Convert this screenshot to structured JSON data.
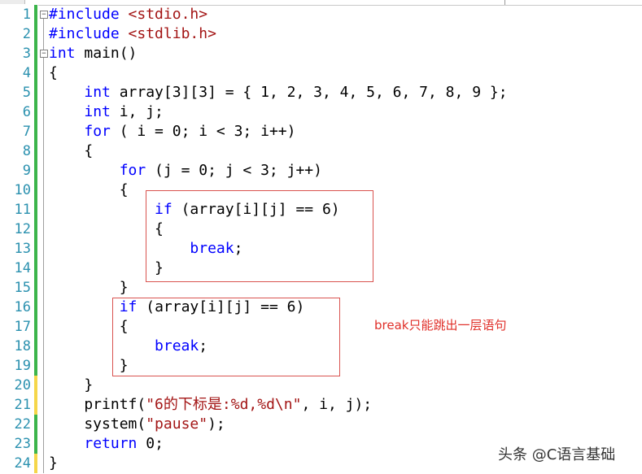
{
  "editor": {
    "line_numbers": [
      "1",
      "2",
      "3",
      "4",
      "5",
      "6",
      "7",
      "8",
      "9",
      "10",
      "11",
      "12",
      "13",
      "14",
      "15",
      "16",
      "17",
      "18",
      "19",
      "20",
      "21",
      "22",
      "23",
      "24"
    ],
    "lines": [
      [
        {
          "t": "#include",
          "c": "pp"
        },
        {
          "t": " "
        },
        {
          "t": "<stdio.h>",
          "c": "inc"
        }
      ],
      [
        {
          "t": "#include",
          "c": "pp"
        },
        {
          "t": " "
        },
        {
          "t": "<stdlib.h>",
          "c": "inc"
        }
      ],
      [
        {
          "t": "int",
          "c": "kw"
        },
        {
          "t": " main()"
        }
      ],
      [
        {
          "t": "{"
        }
      ],
      [
        {
          "t": "    "
        },
        {
          "t": "int",
          "c": "kw"
        },
        {
          "t": " array[3][3] = { 1, 2, 3, 4, 5, 6, 7, 8, 9 };"
        }
      ],
      [
        {
          "t": "    "
        },
        {
          "t": "int",
          "c": "kw"
        },
        {
          "t": " i, j;"
        }
      ],
      [
        {
          "t": "    "
        },
        {
          "t": "for",
          "c": "kw"
        },
        {
          "t": " ( i = 0; i < 3; i++)"
        }
      ],
      [
        {
          "t": "    {"
        }
      ],
      [
        {
          "t": "        "
        },
        {
          "t": "for",
          "c": "kw"
        },
        {
          "t": " (j = 0; j < 3; j++)"
        }
      ],
      [
        {
          "t": "        {"
        }
      ],
      [
        {
          "t": "            "
        },
        {
          "t": "if",
          "c": "kw"
        },
        {
          "t": " (array[i][j] == 6)"
        }
      ],
      [
        {
          "t": "            {"
        }
      ],
      [
        {
          "t": "                "
        },
        {
          "t": "break",
          "c": "kw"
        },
        {
          "t": ";"
        }
      ],
      [
        {
          "t": "            }"
        }
      ],
      [
        {
          "t": "        }"
        }
      ],
      [
        {
          "t": "        "
        },
        {
          "t": "if",
          "c": "kw"
        },
        {
          "t": " (array[i][j] == 6)"
        }
      ],
      [
        {
          "t": "        {"
        }
      ],
      [
        {
          "t": "            "
        },
        {
          "t": "break",
          "c": "kw"
        },
        {
          "t": ";"
        }
      ],
      [
        {
          "t": "        }"
        }
      ],
      [
        {
          "t": "    }"
        }
      ],
      [
        {
          "t": "    printf("
        },
        {
          "t": "\"6的下标是:%d,%d\\n\"",
          "c": "str"
        },
        {
          "t": ", i, j);"
        }
      ],
      [
        {
          "t": "    system("
        },
        {
          "t": "\"pause\"",
          "c": "str"
        },
        {
          "t": ");"
        }
      ],
      [
        {
          "t": "    "
        },
        {
          "t": "return",
          "c": "kw"
        },
        {
          "t": " 0;"
        }
      ],
      [
        {
          "t": "}"
        }
      ]
    ],
    "change_markers": [
      "green",
      "green",
      "green",
      "green",
      "green",
      "green",
      "green",
      "green",
      "green",
      "green",
      "green",
      "green",
      "green",
      "green",
      "green",
      "green",
      "green",
      "green",
      "green",
      "yellow",
      "yellow",
      "green",
      "green",
      "yellow"
    ]
  },
  "colors": {
    "keyword": "#0000ff",
    "string": "#a31515",
    "line_number": "#2b91af",
    "change_saved": "#3cb44b",
    "change_unsaved": "#f5d64a",
    "annotation": "#e0302a"
  },
  "annotation": {
    "note": "break只能跳出一层语句"
  },
  "watermark": "头条 @C语言基础"
}
